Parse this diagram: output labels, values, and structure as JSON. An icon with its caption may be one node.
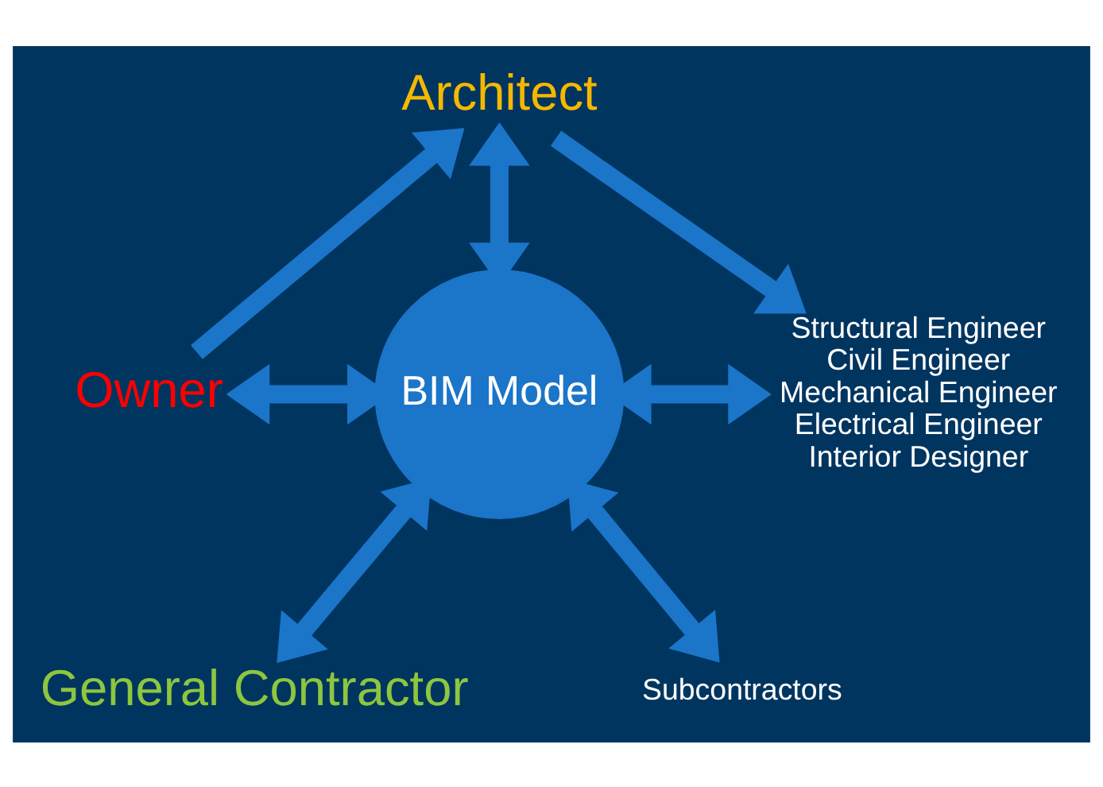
{
  "diagram": {
    "nodes": [
      {
        "text": [
          "Architect"
        ]
      },
      {
        "text": [
          "BIM Model"
        ]
      },
      {
        "text": [
          "Owner"
        ]
      },
      {
        "text": [
          "Structural Engineer",
          "Civil Engineer",
          "Mechanical Engineer",
          "Electrical Engineer",
          "Interior Designer"
        ]
      },
      {
        "text": [
          "General Contractor"
        ]
      },
      {
        "text": [
          "Subcontractors"
        ]
      }
    ],
    "edges": [
      {
        "from": 2,
        "to": 0,
        "arrow": "to"
      },
      {
        "from": 1,
        "to": 0,
        "arrow": "both"
      },
      {
        "from": 0,
        "to": 3,
        "arrow": "to"
      },
      {
        "from": 2,
        "to": 1,
        "arrow": "both"
      },
      {
        "from": 1,
        "to": 3,
        "arrow": "both"
      },
      {
        "from": 1,
        "to": 4,
        "arrow": "both"
      },
      {
        "from": 1,
        "to": 5,
        "arrow": "both"
      }
    ]
  }
}
